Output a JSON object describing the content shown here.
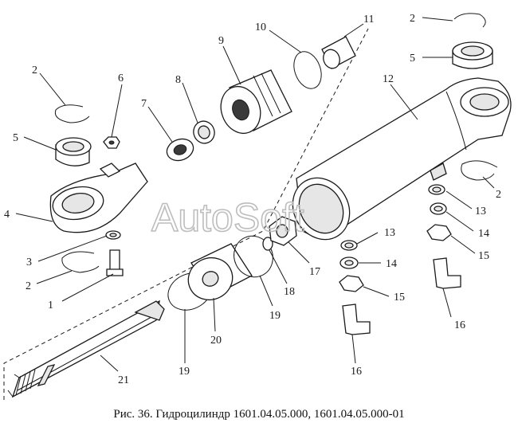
{
  "caption": "Рис. 36. Гидроцилиндр 1601.04.05.000, 1601.04.05.000-01",
  "watermark": "AutoSoft",
  "callouts": [
    {
      "id": "c1",
      "text": "1"
    },
    {
      "id": "c2a",
      "text": "2"
    },
    {
      "id": "c2b",
      "text": "2"
    },
    {
      "id": "c2c",
      "text": "2"
    },
    {
      "id": "c2d",
      "text": "2"
    },
    {
      "id": "c3",
      "text": "3"
    },
    {
      "id": "c4",
      "text": "4"
    },
    {
      "id": "c5a",
      "text": "5"
    },
    {
      "id": "c5b",
      "text": "5"
    },
    {
      "id": "c6",
      "text": "6"
    },
    {
      "id": "c7",
      "text": "7"
    },
    {
      "id": "c8",
      "text": "8"
    },
    {
      "id": "c9",
      "text": "9"
    },
    {
      "id": "c10",
      "text": "10"
    },
    {
      "id": "c11",
      "text": "11"
    },
    {
      "id": "c12",
      "text": "12"
    },
    {
      "id": "c13a",
      "text": "13"
    },
    {
      "id": "c13b",
      "text": "13"
    },
    {
      "id": "c14a",
      "text": "14"
    },
    {
      "id": "c14b",
      "text": "14"
    },
    {
      "id": "c15a",
      "text": "15"
    },
    {
      "id": "c15b",
      "text": "15"
    },
    {
      "id": "c16a",
      "text": "16"
    },
    {
      "id": "c16b",
      "text": "16"
    },
    {
      "id": "c17",
      "text": "17"
    },
    {
      "id": "c18",
      "text": "18"
    },
    {
      "id": "c19a",
      "text": "19"
    },
    {
      "id": "c19b",
      "text": "19"
    },
    {
      "id": "c20",
      "text": "20"
    },
    {
      "id": "c21",
      "text": "21"
    }
  ]
}
